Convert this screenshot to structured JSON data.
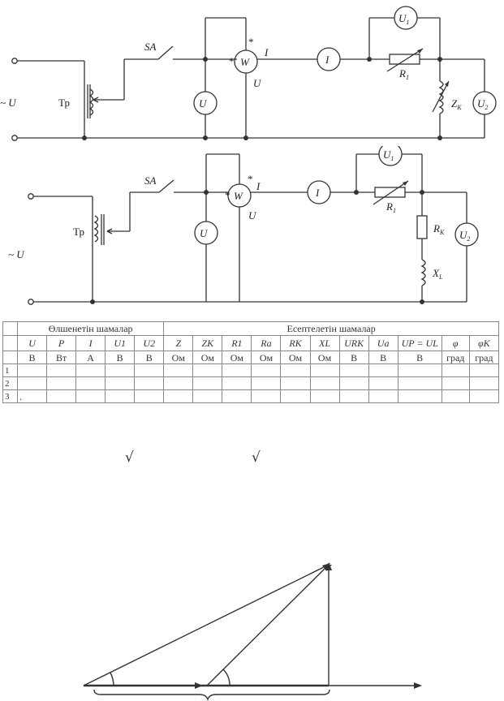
{
  "circuit1": {
    "source": "~ U",
    "transformer": "Тр",
    "switch": "SA",
    "wattmeter": "W",
    "current_label": "I",
    "voltage_label": "U",
    "star": "*",
    "voltmeter": "U",
    "ammeter": "I",
    "voltmeter_u1": "U",
    "voltmeter_u1_sub": "1",
    "resistor": "R",
    "resistor_sub": "1",
    "impedance": "Z",
    "impedance_sub": "K",
    "voltmeter_u2": "U",
    "voltmeter_u2_sub": "2"
  },
  "circuit2": {
    "source": "~ U",
    "transformer": "Тр",
    "switch": "SA",
    "wattmeter": "W",
    "current_label": "I",
    "voltage_label": "U",
    "star": "*",
    "voltmeter": "U",
    "ammeter": "I",
    "voltmeter_u1": "U",
    "voltmeter_u1_sub": "1",
    "resistor": "R",
    "resistor_sub": "1",
    "rk": "R",
    "rk_sub": "K",
    "xl": "X",
    "xl_sub": "L",
    "voltmeter_u2": "U",
    "voltmeter_u2_sub": "2"
  },
  "table": {
    "group_measured": "Өлшенетін шамалар",
    "group_calculated": "Есептелетін шамалар",
    "symbols": [
      "U",
      "P",
      "I",
      "U1",
      "U2",
      "Z",
      "ZK",
      "R1",
      "Ra",
      "RK",
      "XL",
      "URK",
      "Ua",
      "UP = UL",
      "φ",
      "φK"
    ],
    "units": [
      "В",
      "Вт",
      "А",
      "В",
      "В",
      "Ом",
      "Ом",
      "Ом",
      "Ом",
      "Ом",
      "Ом",
      "В",
      "В",
      "В",
      "град",
      "град"
    ],
    "rows": [
      "1",
      "2",
      "3"
    ],
    "row3_mark": "."
  },
  "formula_marks": [
    "√",
    "√"
  ]
}
